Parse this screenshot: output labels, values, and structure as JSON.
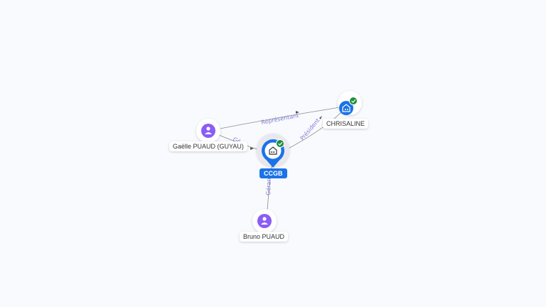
{
  "nodes": {
    "gaelle": {
      "label": "Gaëlle PUAUD (GUYAU)",
      "type": "person"
    },
    "ccgb": {
      "label": "CCGB",
      "type": "company",
      "verified": true
    },
    "chrisaline": {
      "label": "CHRISALINE",
      "type": "company",
      "verified": true
    },
    "bruno": {
      "label": "Bruno PUAUD",
      "type": "person"
    }
  },
  "edges": {
    "gaelle_chrisaline": "Représentant",
    "gaelle_ccgb": "Gé",
    "ccgb_chrisaline": "Président",
    "bruno_ccgb": "Gérant"
  },
  "colors": {
    "person": "#8b5cf6",
    "company": "#1a73e8",
    "verified": "#1e8e3e",
    "edge_label": "#7b7fd6"
  }
}
